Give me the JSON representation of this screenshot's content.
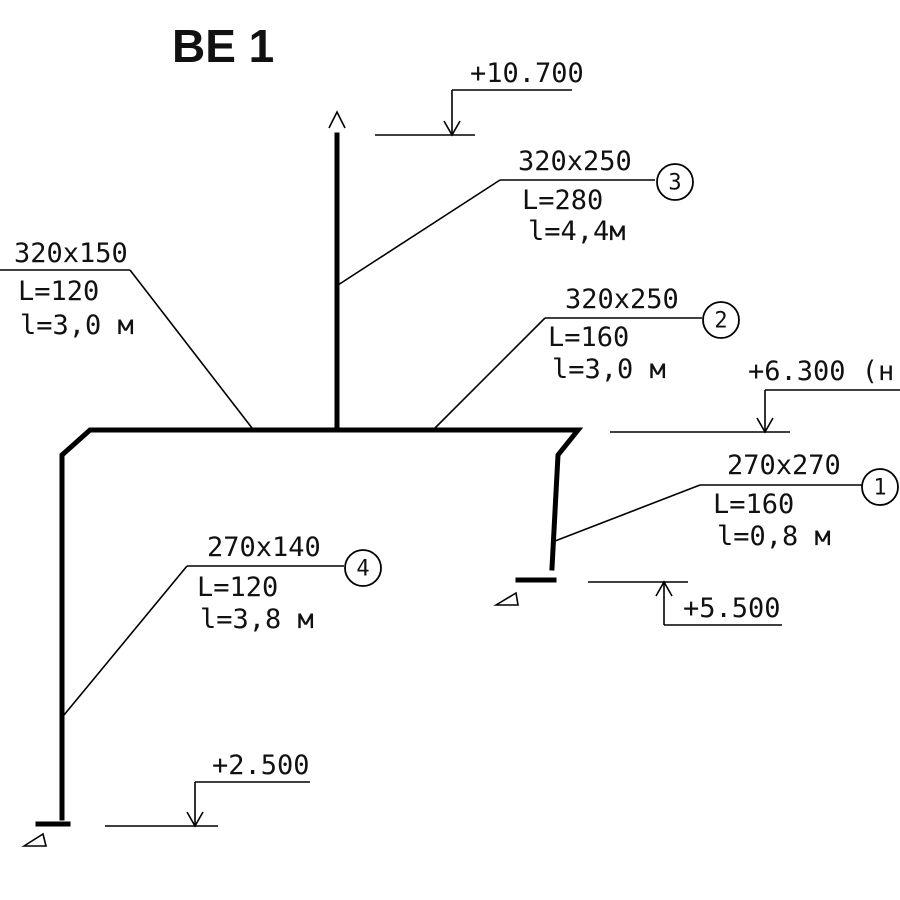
{
  "title": "BE   1",
  "elevations": {
    "top": "+10.700",
    "mid": "+6.300 (н",
    "right_outlet": "+5.500",
    "left_outlet": "+2.500"
  },
  "sections": [
    {
      "number": "1",
      "size": "270x270",
      "flow": "L=160",
      "length": "l=0,8  м"
    },
    {
      "number": "2",
      "size": "320x250",
      "flow": "L=160",
      "length": "l=3,0  м"
    },
    {
      "number": "3",
      "size": "320x250",
      "flow": "L=280",
      "length": "l=4,4м"
    },
    {
      "number": "4",
      "size": "270x140",
      "flow": "L=120",
      "length": "l=3,8  м"
    }
  ],
  "branch": {
    "size": "320x150",
    "flow": "L=120",
    "length": "l=3,0  м"
  }
}
